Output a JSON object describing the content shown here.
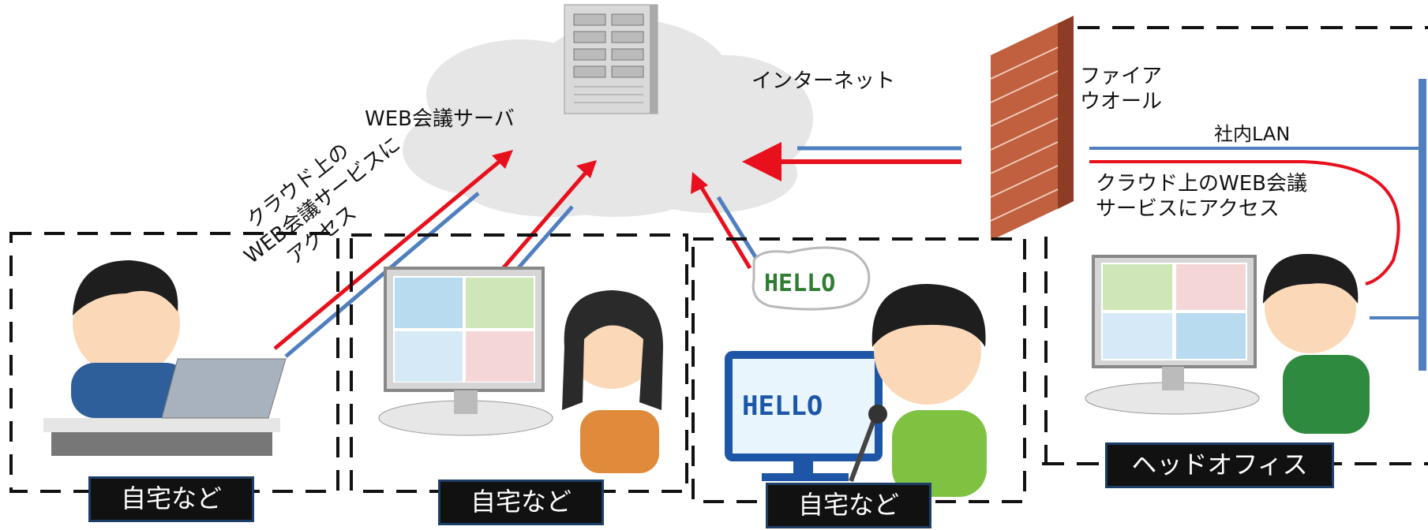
{
  "labels": {
    "server": "WEB会議サーバ",
    "internet": "インターネット",
    "firewall_line1": "ファイア",
    "firewall_line2": "ウオール",
    "lan": "社内LAN",
    "office_access_line1": "クラウド上のWEB会議",
    "office_access_line2": "サービスにアクセス",
    "home_access_line1": "クラウド上の",
    "home_access_line2": "WEB会議サービスに",
    "home_access_line3": "アクセス"
  },
  "speech": {
    "hello": "HELLO"
  },
  "locations": {
    "home1": "自宅など",
    "home2": "自宅など",
    "home3": "自宅など",
    "office": "ヘッドオフィス"
  },
  "colors": {
    "red_arrow": "#e8101c",
    "blue_line": "#4f7fbf",
    "brick": "#b5543a",
    "cloud": "#e6e6e6",
    "tag_bg": "#111111"
  }
}
